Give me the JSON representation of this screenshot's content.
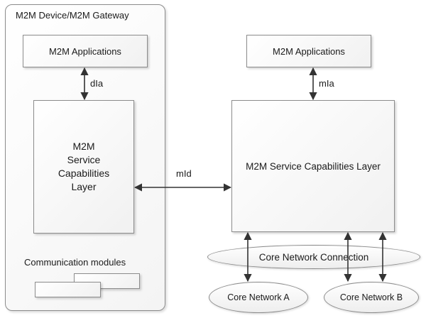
{
  "device_gateway": {
    "title": "M2M Device/M2M Gateway",
    "applications": "M2M Applications",
    "interface": "dIa",
    "scl_lines": [
      "M2M",
      "Service",
      "Capabilities",
      "Layer"
    ],
    "comm_modules": "Communication modules"
  },
  "network_side": {
    "applications": "M2M Applications",
    "interface": "mIa",
    "scl": "M2M Service Capabilities Layer"
  },
  "link_interface": "mId",
  "core": {
    "connection": "Core Network Connection",
    "network_a": "Core Network A",
    "network_b": "Core Network B"
  }
}
